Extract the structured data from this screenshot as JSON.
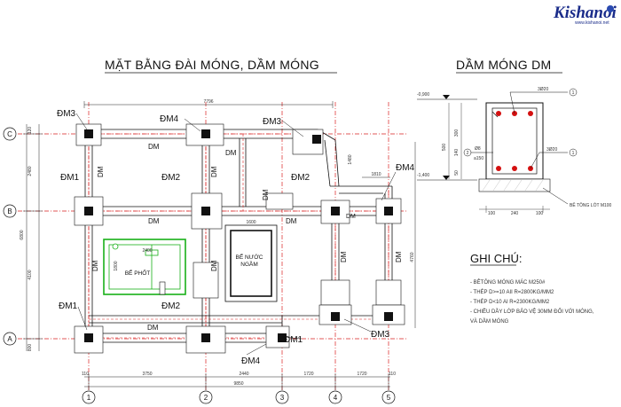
{
  "logo": {
    "text": "Kishanoi",
    "url": "www.kishanoi.net",
    "accent": "#1a2c8a"
  },
  "titles": {
    "plan": "MẶT BẰNG ĐÀI MÓNG, DẦM MÓNG",
    "section": "DẦM MÓNG DM"
  },
  "plan_labels": {
    "dm1": "ĐM1",
    "dm2": "ĐM2",
    "dm3": "ĐM3",
    "dm4": "ĐM4",
    "dm": "DM",
    "be_phot": "BỂ PHỐT",
    "be_nuoc_1": "BỂ NƯỚC",
    "be_nuoc_2": "NGẦM"
  },
  "dimensions": {
    "top_total": "7796",
    "left_1": "2480",
    "left_2": "4100",
    "left_total": "6800",
    "left_end_top": "120",
    "left_end_bottom": "800",
    "right_1": "1480",
    "right_2": "4760",
    "step": "1810",
    "bottom": [
      "3750",
      "2440",
      "1720",
      "1720"
    ],
    "bottom_total": "9850",
    "end_left": "110",
    "end_right": "110",
    "tank_w": "1600",
    "septic_w": "2400",
    "septic_h": "1800"
  },
  "grid": {
    "rows": [
      "C",
      "B",
      "A"
    ],
    "cols": [
      "1",
      "2",
      "3",
      "4",
      "5"
    ]
  },
  "section": {
    "level_top": "-0,900",
    "level_bottom": "-1,400",
    "top_bar": "3Ø20",
    "bottom_bar": "3Ø20",
    "stirrup_1": "Ø8",
    "stirrup_2": "a150",
    "mark_1": "1",
    "mark_2": "2",
    "h1": "300",
    "h2": "140",
    "h3": "50",
    "h4": "500",
    "w1": "240",
    "w2": "100",
    "lean_concrete": "BÊ TÔNG LÓT M100"
  },
  "notes": {
    "heading": "GHI CHÚ:",
    "items": [
      "- BÊTÔNG MÓNG MÁC M250#",
      "- THÉP D>=10 AII R=2800KG/MM2",
      "- THÉP D<10 AI R=2300KG/MM2",
      "- CHIỀU DẦY LỚP BẢO VỆ 30MM ĐỐI VỚI MÓNG,",
      "  VÀ DẦM MÓNG"
    ]
  },
  "colors": {
    "beam": "#000000",
    "axis": "#d92020",
    "septic": "#18b018",
    "rebar": "#d41010",
    "column": "#111111"
  }
}
